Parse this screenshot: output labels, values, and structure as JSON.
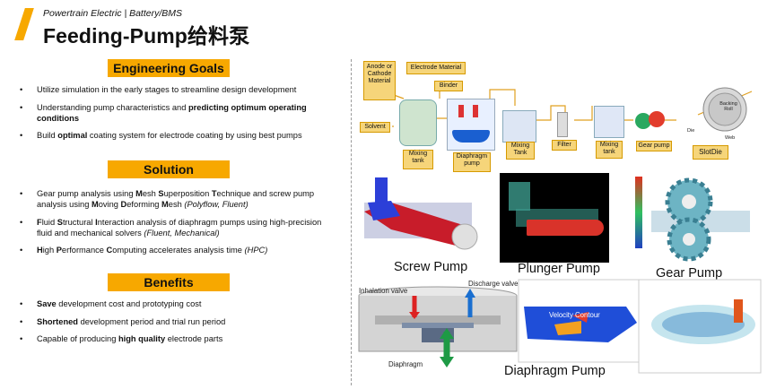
{
  "header": {
    "subtitle": "Powertrain Electric | Battery/BMS",
    "title": "Feeding-Pump给料泵"
  },
  "sections": {
    "goals": {
      "heading": "Engineering Goals",
      "items": [
        {
          "pre": "Utilize simulation in the early stages to streamline design development",
          "bold": "",
          "post": ""
        },
        {
          "pre": "Understanding pump characteristics and ",
          "bold": "predicting optimum operating conditions",
          "post": ""
        },
        {
          "pre": "Build ",
          "bold": "optimal",
          "post": " coating system for electrode coating by using best pumps"
        }
      ]
    },
    "solution": {
      "heading": "Solution",
      "item1": {
        "a": "Gear pump analysis using ",
        "b": "M",
        "c": "esh ",
        "d": "S",
        "e": "uperposition ",
        "f": "T",
        "g": "echnique and screw pump analysis using ",
        "h": "M",
        "i": "oving ",
        "j": "D",
        "k": "eforming ",
        "l": "M",
        "m": "esh ",
        "n": "(Polyflow, Fluent)"
      },
      "item2": {
        "a": "F",
        "b": "luid ",
        "c": "S",
        "d": "tructural ",
        "e": "I",
        "f": "nteraction analysis of diaphragm pumps using high-precision fluid and mechanical solvers ",
        "g": "(Fluent, Mechanical)"
      },
      "item3": {
        "a": "H",
        "b": "igh ",
        "c": "P",
        "d": "erformance ",
        "e": "C",
        "f": "omputing accelerates analysis time ",
        "g": "(HPC)"
      }
    },
    "benefits": {
      "heading": "Benefits",
      "items": [
        {
          "bold": "Save",
          "post": " development cost and  prototyping cost",
          "pre": ""
        },
        {
          "bold": "Shortened",
          "post": " development period and trial run period",
          "pre": ""
        },
        {
          "bold": "high quality",
          "post": " electrode parts",
          "pre": "Capable of producing "
        }
      ]
    }
  },
  "process": {
    "anode": "Anode or Cathode Material",
    "electrode": "Electrode Material",
    "binder": "Binder",
    "solvent": "Solvent",
    "mixing1": "Mixing tank",
    "diaphragm": "Diaphragm pump",
    "mixing2": "Mixing Tank",
    "filter": "Filter",
    "mixing3": "Mixing tank",
    "gear": "Gear pump",
    "slotdie": "SlotDie",
    "backing": "Backing Roll",
    "die": "Die",
    "web": "Web"
  },
  "labels": {
    "screw": "Screw Pump",
    "plunger": "Plunger Pump",
    "gear": "Gear Pump",
    "diaphragm": "Diaphragm Pump",
    "inhalation": "Inhalation valve",
    "discharge": "Discharge valve",
    "diaphragm_part": "Diaphragm",
    "velocity": "Velocity Contour"
  },
  "colors": {
    "accent": "#f7a800",
    "box_yellow": "#f6d57a",
    "box_green": "#cfe9b0"
  }
}
